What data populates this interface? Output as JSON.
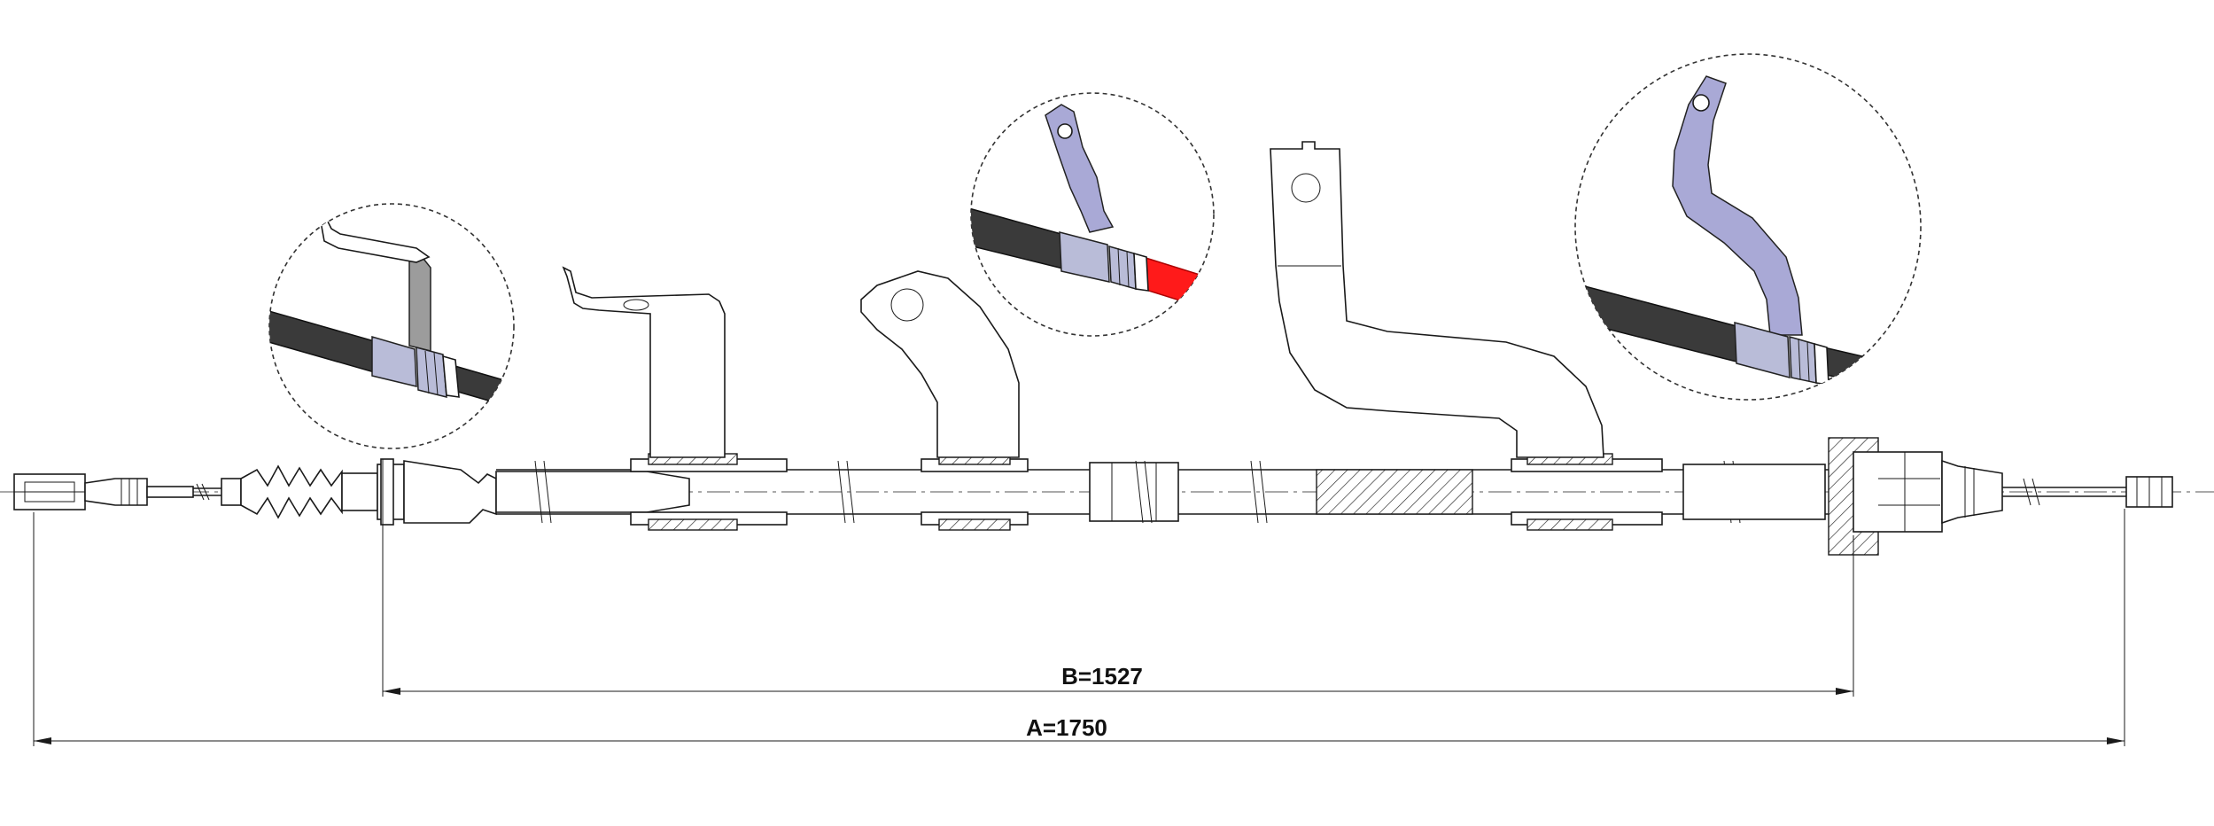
{
  "dimensions": {
    "b_label": "B=1527",
    "a_label": "A=1750"
  },
  "colors": {
    "line": "#1a1a1a",
    "bracket_detail": "#a9a9d6",
    "cable_detail": "#3a3a3a",
    "highlight_cable": "#ff1a1a"
  },
  "detail_views": [
    {
      "id": "detail-1",
      "subject": "cable-clip-bracket"
    },
    {
      "id": "detail-2",
      "subject": "eye-bracket-with-red-cable"
    },
    {
      "id": "detail-3",
      "subject": "angled-bracket"
    }
  ]
}
